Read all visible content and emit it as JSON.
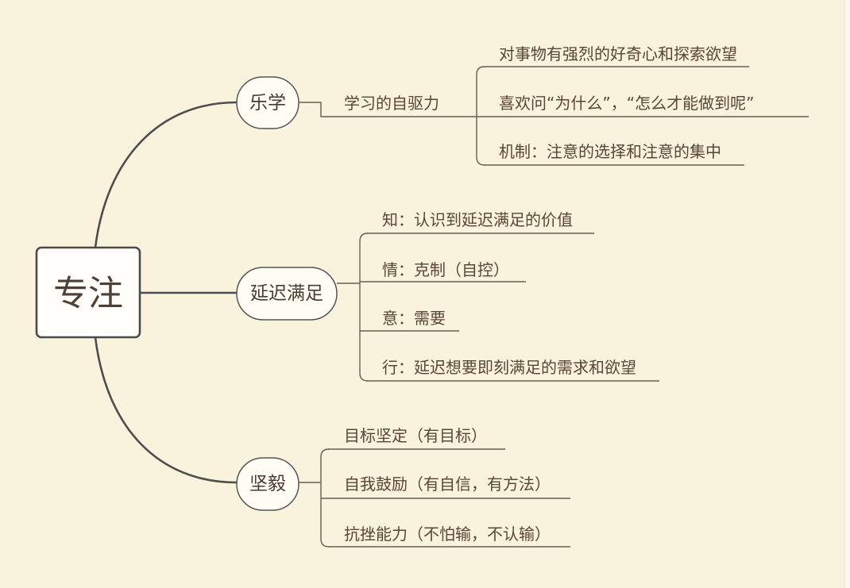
{
  "colors": {
    "background": "#f9f2dd",
    "main_line": "#4d4d4d",
    "sub_line": "#6a5d52",
    "text": "#5a4636",
    "node_fill": "#fffcf3",
    "node_border": "#555555"
  },
  "central_topic": "专注",
  "branches": [
    {
      "label": "乐学",
      "children": [
        {
          "label": "学习的自驱力",
          "children": [
            "对事物有强烈的好奇心和探索欲望",
            "喜欢问“为什么”，“怎么才能做到呢”",
            "机制：注意的选择和注意的集中"
          ]
        }
      ]
    },
    {
      "label": "延迟满足",
      "children": [
        "知：认识到延迟满足的价值",
        "情：克制（自控）",
        "意：需要",
        "行：延迟想要即刻满足的需求和欲望"
      ]
    },
    {
      "label": "坚毅",
      "children": [
        "目标坚定（有目标）",
        "自我鼓励（有自信，有方法）",
        "抗挫能力（不怕输，不认输）"
      ]
    }
  ]
}
